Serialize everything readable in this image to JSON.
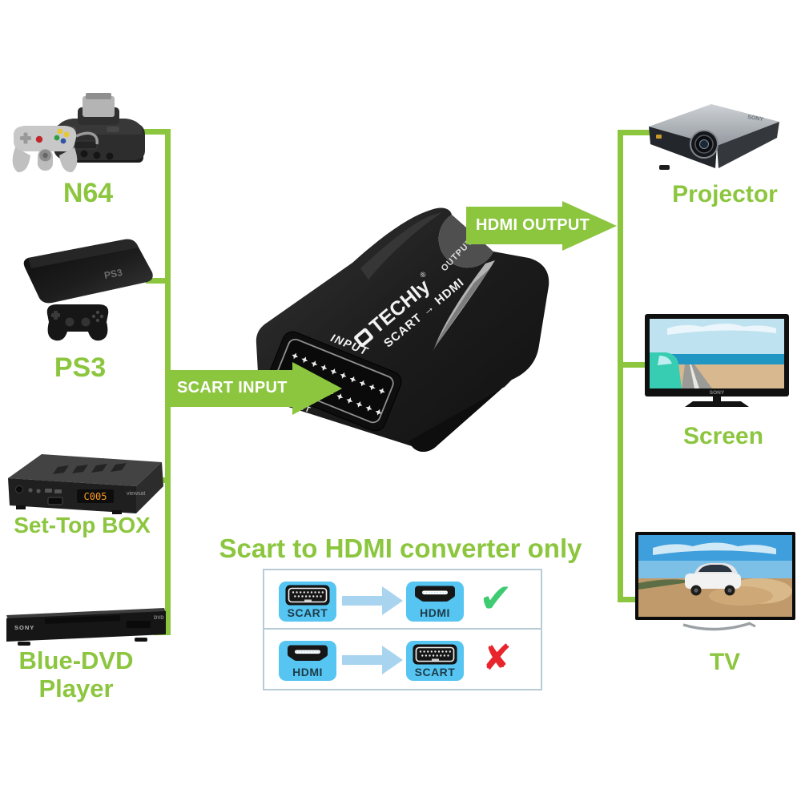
{
  "labels": {
    "n64": "N64",
    "ps3": "PS3",
    "stb": "Set-Top BOX",
    "dvd_line1": "Blue-DVD",
    "dvd_line2": "Player",
    "projector": "Projector",
    "screen": "Screen",
    "tv": "TV"
  },
  "arrows": {
    "input": "SCART INPUT",
    "output": "HDMI OUTPUT"
  },
  "converter": {
    "brand": "TECHly",
    "reg": "®",
    "model": "SCART → HDMI",
    "input_port": "INPUT",
    "output_port": "OUTPUT",
    "scart_port": "SCART"
  },
  "legend": {
    "title": "Scart to HDMI converter only",
    "rows": [
      {
        "from": "SCART",
        "to": "HDMI",
        "mark": "✔"
      },
      {
        "from": "HDMI",
        "to": "SCART",
        "mark": "✘"
      }
    ]
  },
  "device_text": {
    "stb_display": "C005",
    "stb_brand": "viewsat",
    "dvd_brand": "SONY",
    "dvd_logo": "DVD",
    "screen_brand": "SONY"
  },
  "colors": {
    "green": "#8CC63F",
    "check_green": "#3ECB71",
    "cross_red": "#E8252C",
    "chip_blue": "#56C5F2",
    "arrow_blue": "#A9D4F0",
    "legend_border": "#B7CCD6"
  }
}
